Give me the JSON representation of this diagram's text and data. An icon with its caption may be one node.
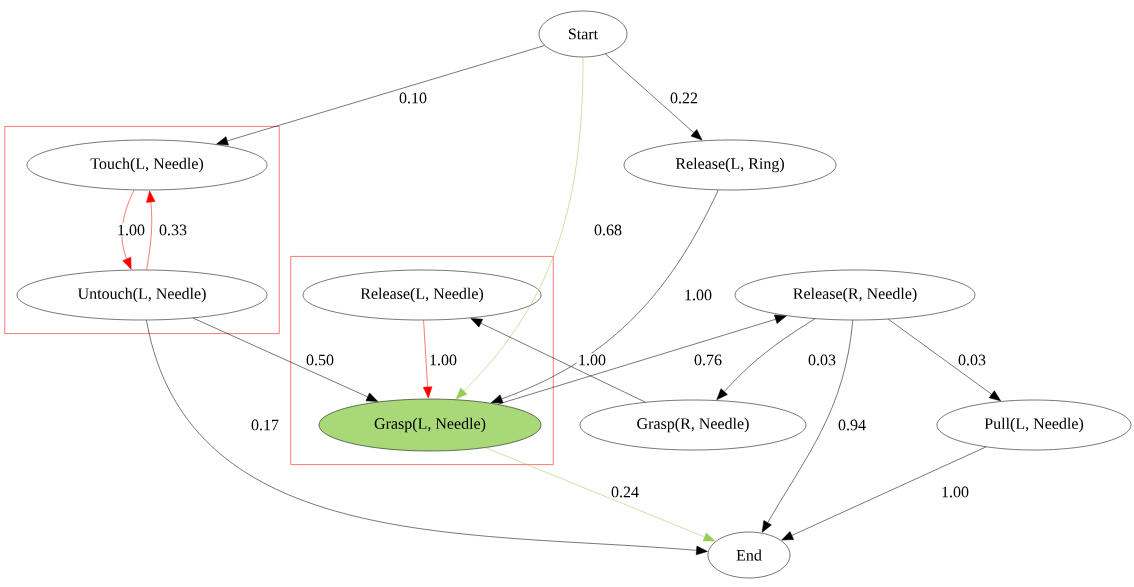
{
  "diagram": {
    "nodes": [
      {
        "text": [
          "Start"
        ]
      },
      {
        "text": [],
        "shape": "box"
      },
      {
        "text": [
          "Touch(L, Needle)"
        ],
        "in": 1
      },
      {
        "text": [
          "Release(L, Ring)"
        ]
      },
      {
        "text": [
          "Untouch(L, Needle)"
        ],
        "in": 1
      },
      {
        "text": [],
        "shape": "box"
      },
      {
        "text": [
          "Release(L, Needle)"
        ],
        "in": 5
      },
      {
        "text": [
          "Release(R, Needle)"
        ]
      },
      {
        "text": [
          "Grasp(L, Needle)"
        ],
        "in": 5
      },
      {
        "text": [
          "Grasp(R, Needle)"
        ]
      },
      {
        "text": [
          "Pull(L, Needle)"
        ]
      },
      {
        "text": [
          "End"
        ]
      }
    ],
    "edges": [
      {
        "from": 0,
        "to": 2,
        "arrow": "to",
        "label": "0.10"
      },
      {
        "from": 0,
        "to": 3,
        "arrow": "to",
        "label": "0.22"
      },
      {
        "from": 0,
        "to": 8,
        "arrow": "to",
        "label": "0.68",
        "color": "#99cc55"
      },
      {
        "from": 2,
        "to": 4,
        "arrow": "to",
        "label": "1.00",
        "color": "#ff0000"
      },
      {
        "from": 4,
        "to": 2,
        "arrow": "to",
        "label": "0.33",
        "color": "#ff0000"
      },
      {
        "from": 4,
        "to": 8,
        "arrow": "to",
        "label": "0.50"
      },
      {
        "from": 4,
        "to": 11,
        "arrow": "to",
        "label": "0.17"
      },
      {
        "from": 3,
        "to": 8,
        "arrow": "to",
        "label": "1.00"
      },
      {
        "from": 6,
        "to": 8,
        "arrow": "to",
        "label": "1.00",
        "color": "#ff0000"
      },
      {
        "from": 9,
        "to": 6,
        "arrow": "to",
        "label": "1.00"
      },
      {
        "from": 8,
        "to": 7,
        "arrow": "to",
        "label": "0.76"
      },
      {
        "from": 7,
        "to": 9,
        "arrow": "to",
        "label": "0.03"
      },
      {
        "from": 7,
        "to": 10,
        "arrow": "to",
        "label": "0.03"
      },
      {
        "from": 7,
        "to": 11,
        "arrow": "to",
        "label": "0.94"
      },
      {
        "from": 8,
        "to": 11,
        "arrow": "to",
        "label": "0.24",
        "color": "#99cc55"
      },
      {
        "from": 10,
        "to": 11,
        "arrow": "to",
        "label": "1.00"
      }
    ]
  }
}
